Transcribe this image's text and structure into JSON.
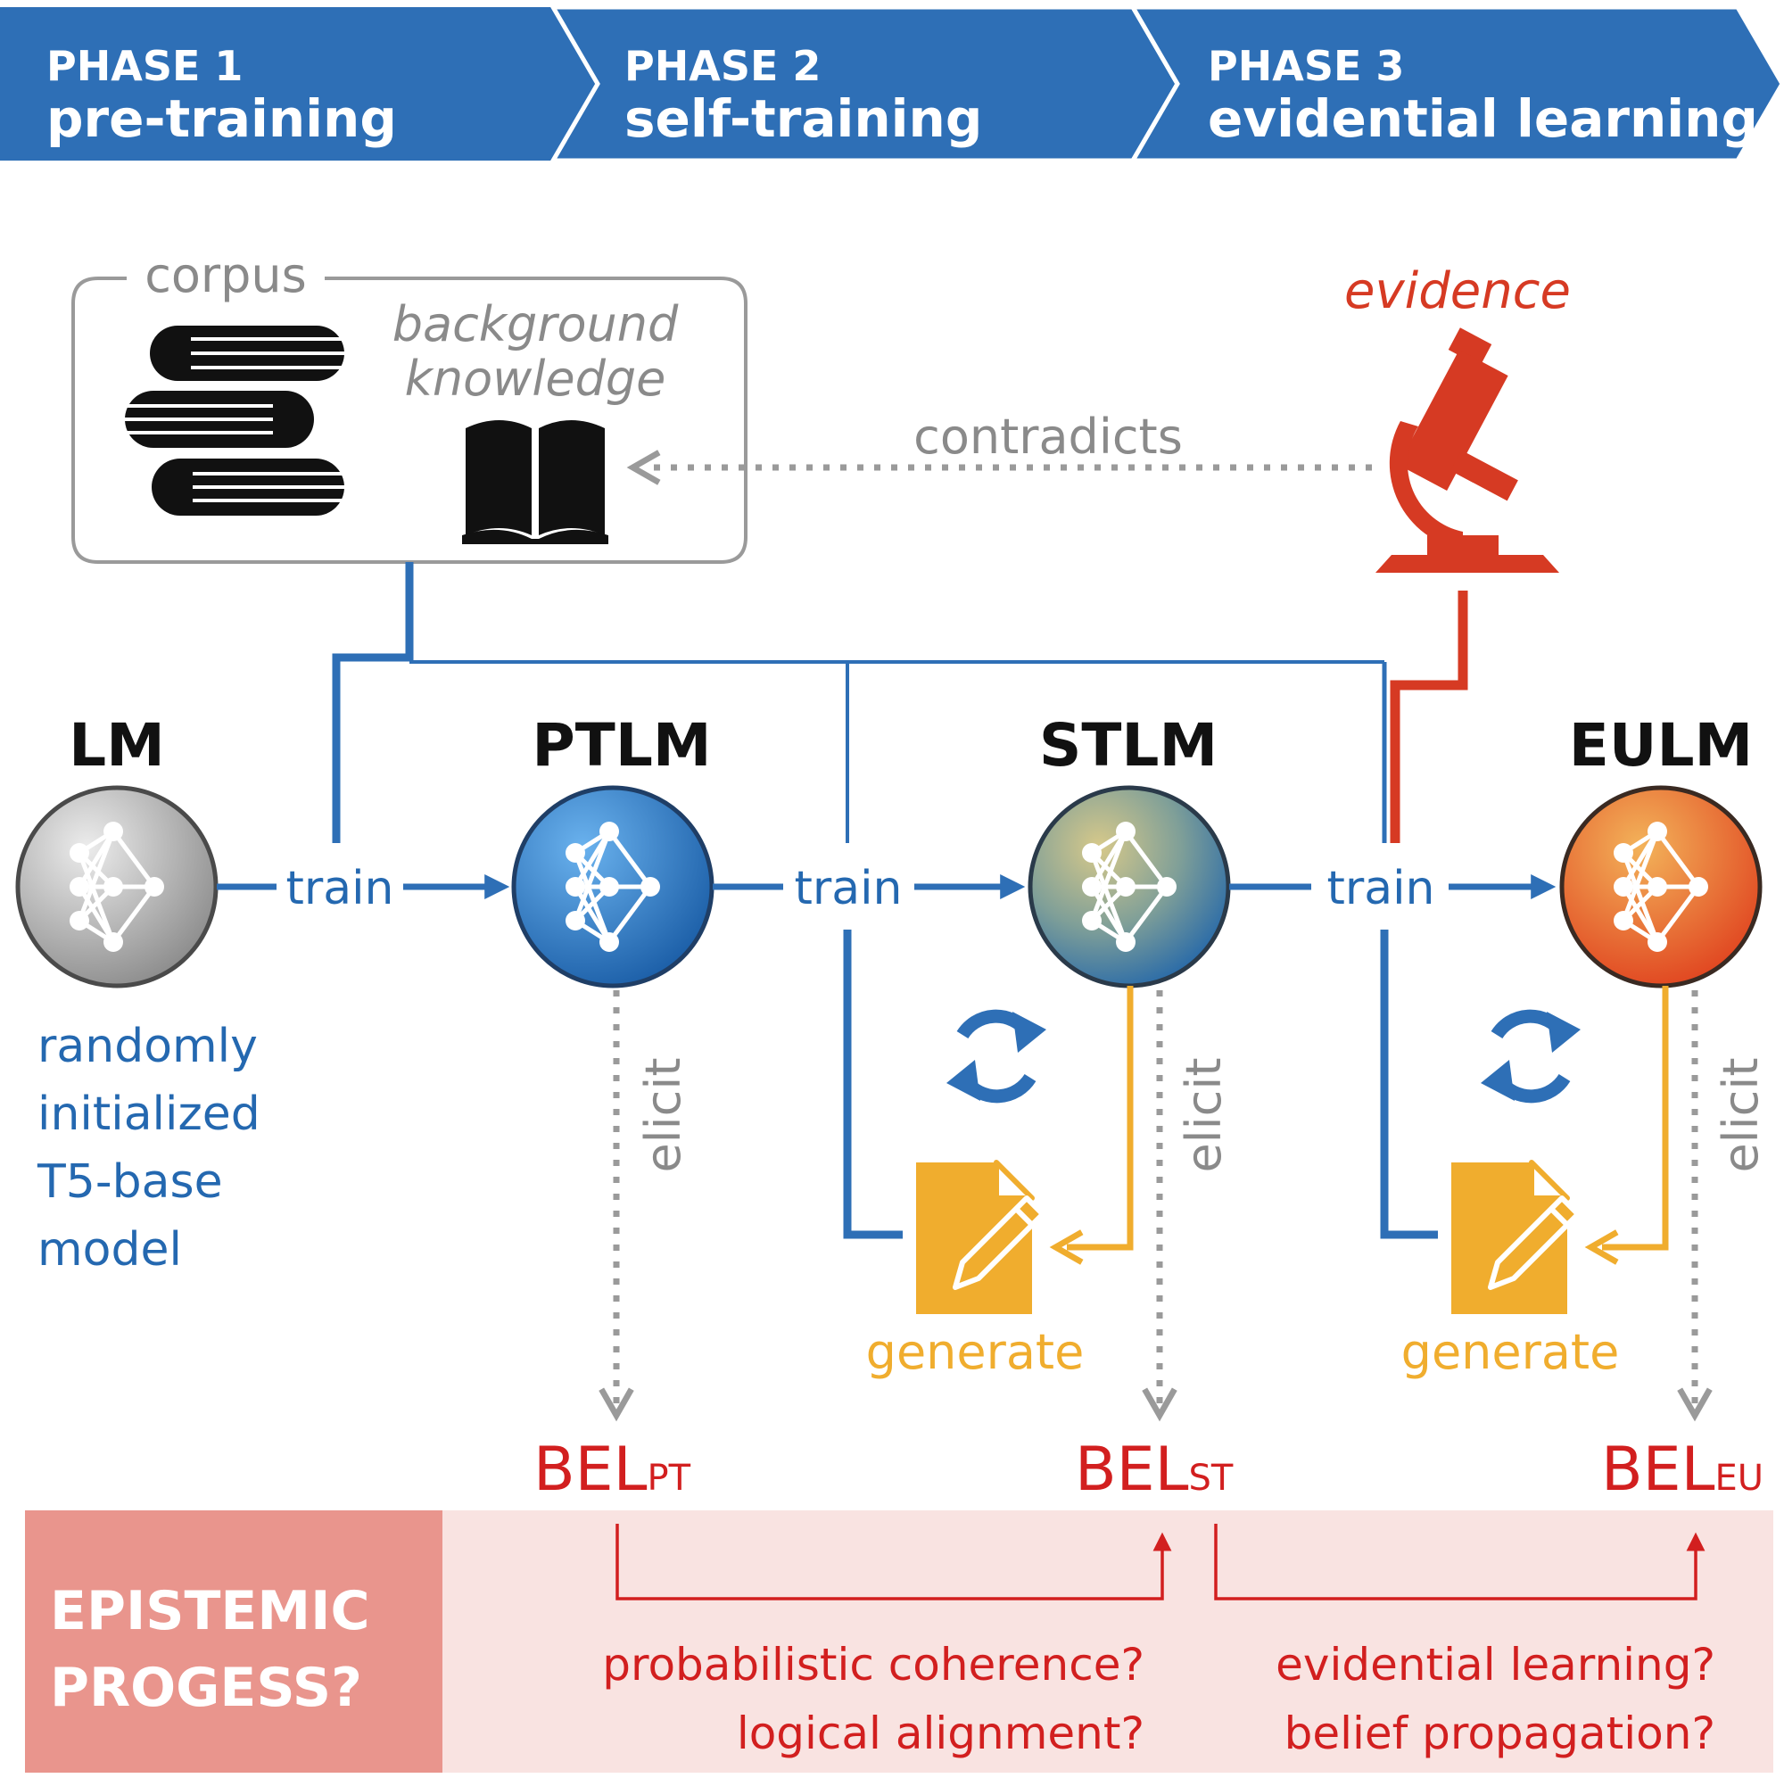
{
  "phases": [
    {
      "number": "PHASE 1",
      "name": "pre-training"
    },
    {
      "number": "PHASE 2",
      "name": "self-training"
    },
    {
      "number": "PHASE 3",
      "name": "evidential learning"
    }
  ],
  "corpus": {
    "label": "corpus",
    "background_line1": "background",
    "background_line2": "knowledge"
  },
  "evidence_label": "evidence",
  "contradicts_label": "contradicts",
  "models": [
    {
      "name": "LM",
      "description": [
        "randomly",
        "initialized",
        "T5-base",
        "model"
      ]
    },
    {
      "name": "PTLM"
    },
    {
      "name": "STLM"
    },
    {
      "name": "EULM"
    }
  ],
  "edge_labels": {
    "train": "train",
    "elicit": "elicit",
    "generate": "generate"
  },
  "beliefs": [
    {
      "base": "BEL",
      "sub": "PT"
    },
    {
      "base": "BEL",
      "sub": "ST"
    },
    {
      "base": "BEL",
      "sub": "EU"
    }
  ],
  "epistemic": {
    "line1": "EPISTEMIC",
    "line2": "PROGESS?",
    "questions_left": [
      "probabilistic coherence?",
      "logical alignment?"
    ],
    "questions_right": [
      "evidential learning?",
      "belief propagation?"
    ]
  },
  "icons": [
    "books-icon",
    "open-book-icon",
    "microscope-icon",
    "neural-network-icon",
    "refresh-cycle-icon",
    "document-edit-icon"
  ],
  "colors": {
    "blue": "#2e6fb6",
    "red": "#d63a23",
    "yellow": "#f0ad2e",
    "grey": "#9a9a9a",
    "belief_red": "#d21f1f",
    "epistemic_bg": "#f9e3e1",
    "epistemic_label_bg": "#e9958d"
  }
}
